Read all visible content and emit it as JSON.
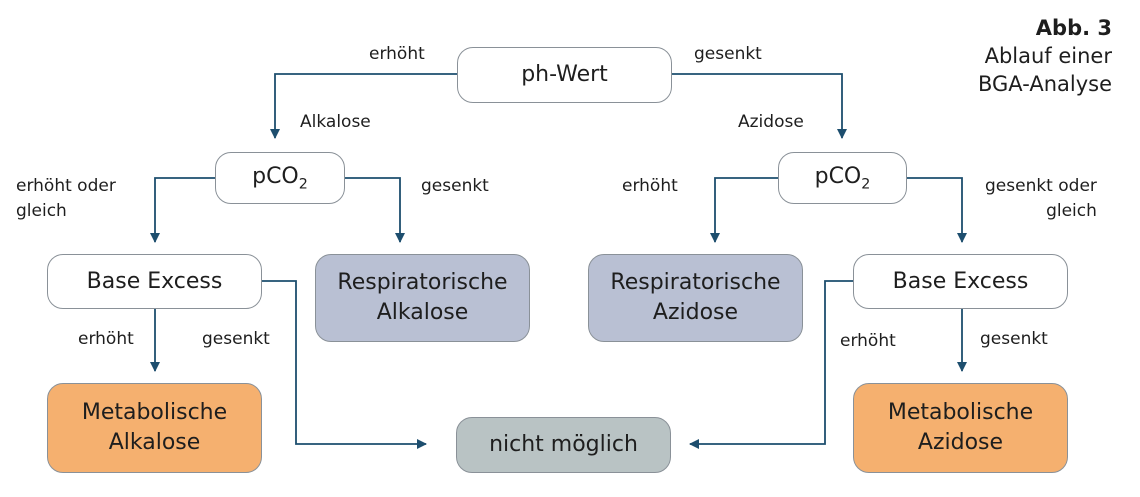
{
  "caption": {
    "number": "Abb. 3",
    "line1": "Ablauf einer",
    "line2": "BGA-Analyse"
  },
  "nodes": {
    "ph": "ph-Wert",
    "pco2_left": {
      "base": "pCO",
      "sub": "2"
    },
    "pco2_right": {
      "base": "pCO",
      "sub": "2"
    },
    "be_left": "Base Excess",
    "be_right": "Base Excess",
    "resp_alk": {
      "line1": "Respiratorische",
      "line2": "Alkalose"
    },
    "resp_azi": {
      "line1": "Respiratorische",
      "line2": "Azidose"
    },
    "meta_alk": {
      "line1": "Metabolische",
      "line2": "Alkalose"
    },
    "meta_azi": {
      "line1": "Metabolische",
      "line2": "Azidose"
    },
    "none": "nicht möglich"
  },
  "labels": {
    "ph_left": "erhöht",
    "ph_right": "gesenkt",
    "alkalose": "Alkalose",
    "azidose": "Azidose",
    "pco2l_left": {
      "line1": "erhöht oder",
      "line2": "gleich"
    },
    "pco2l_right": "gesenkt",
    "pco2r_left": "erhöht",
    "pco2r_right": {
      "line1": "gesenkt oder",
      "line2": "gleich"
    },
    "bel_left": "erhöht",
    "bel_right": "gesenkt",
    "ber_left": "erhöht",
    "ber_right": "gesenkt"
  },
  "colors": {
    "arrow": "#1d4e6e",
    "resp_fill": "#b9c0d3",
    "meta_fill": "#f5b06f",
    "none_fill": "#b9c3c4"
  }
}
